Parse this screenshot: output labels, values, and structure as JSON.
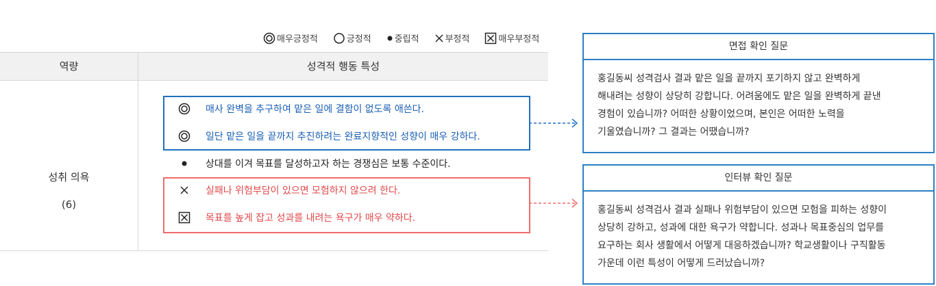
{
  "legend": [
    {
      "icon": "double-circle-icon",
      "label": "매우긍정적"
    },
    {
      "icon": "circle-icon",
      "label": "긍정적"
    },
    {
      "icon": "dot-icon",
      "label": "중립적"
    },
    {
      "icon": "cross-icon",
      "label": "부정적"
    },
    {
      "icon": "boxed-cross-icon",
      "label": "매우부정적"
    }
  ],
  "table": {
    "headers": [
      "역량",
      "성격적 행동 특성"
    ],
    "competency": {
      "name": "성취 의욕",
      "score": "(6)"
    },
    "rows": [
      {
        "icon": "double-circle-icon",
        "text": "매사 완벽을 추구하여 맡은 일에 결함이 없도록 애쓴다.",
        "tone": "blue"
      },
      {
        "icon": "double-circle-icon",
        "text": "일단 맡은 일을 끝까지 추진하려는 완료지향적인 성향이 매우 강하다.",
        "tone": "blue"
      },
      {
        "icon": "dot-icon",
        "text": "상대를 이겨 목표를 달성하고자 하는 경쟁심은 보통 수준이다.",
        "tone": "black"
      },
      {
        "icon": "cross-icon",
        "text": "실패나 위험부담이 있으면 모험하지 않으려 한다.",
        "tone": "red"
      },
      {
        "icon": "boxed-cross-icon",
        "text": "목표를 높게 잡고 성과를 내려는 욕구가 매우 약하다.",
        "tone": "red"
      }
    ]
  },
  "panels": {
    "interview_check": {
      "title": "면접 확인 질문",
      "lines": [
        "홍길동씨 성격검사 결과 맡은 일을 끝까지 포기하지 않고 완벽하게",
        "해내려는 성향이 상당히 강합니다.  어려움에도 맡은 일을 완벽하게 끝낸",
        "경험이 있습니까?  어떠한 상황이었으며, 본인은 어떠한 노력을",
        "기울였습니까? 그 결과는 어땠습니까?"
      ]
    },
    "interview_question": {
      "title": "인터뷰 확인 질문",
      "lines": [
        "홍길동씨 성격검사 결과 실패나 위험부담이 있으면 모험을 피하는 성향이",
        "상당히 강하고, 성과에 대한 욕구가 약합니다.  성과나 목표중심의 업무를",
        "요구하는 회사 생활에서 어떻게 대응하겠습니까? 학교생활이나 구직활동",
        "가운데 이런 특성이 어떻게 드러났습니까?"
      ]
    }
  },
  "colors": {
    "blue": "#1f6fc0",
    "red": "#ef6b6b",
    "panel_border": "#2a7fc4"
  }
}
